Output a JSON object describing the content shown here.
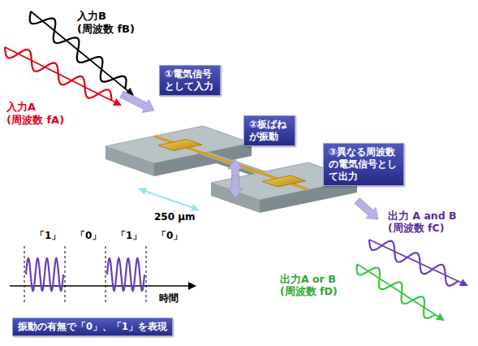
{
  "diagram": {
    "nodes": [
      {
        "text": [
          "①電気信号として入力"
        ]
      },
      {
        "text": [
          "②板ばねが振動"
        ]
      },
      {
        "text": [
          "③異なる周波数の電気信号として出力"
        ]
      },
      {
        "text": [
          "振動の有無で「0」、「1」を表現"
        ]
      }
    ],
    "labels": [
      "入力B (周波数 fB)",
      "入力A (周波数 fA)",
      "250 μm",
      "出力 A and B (周波数 fC)",
      "出力A or B (周波数 fD)",
      "「1」",
      "「0」",
      "「1」",
      "「0」",
      "時間"
    ]
  }
}
